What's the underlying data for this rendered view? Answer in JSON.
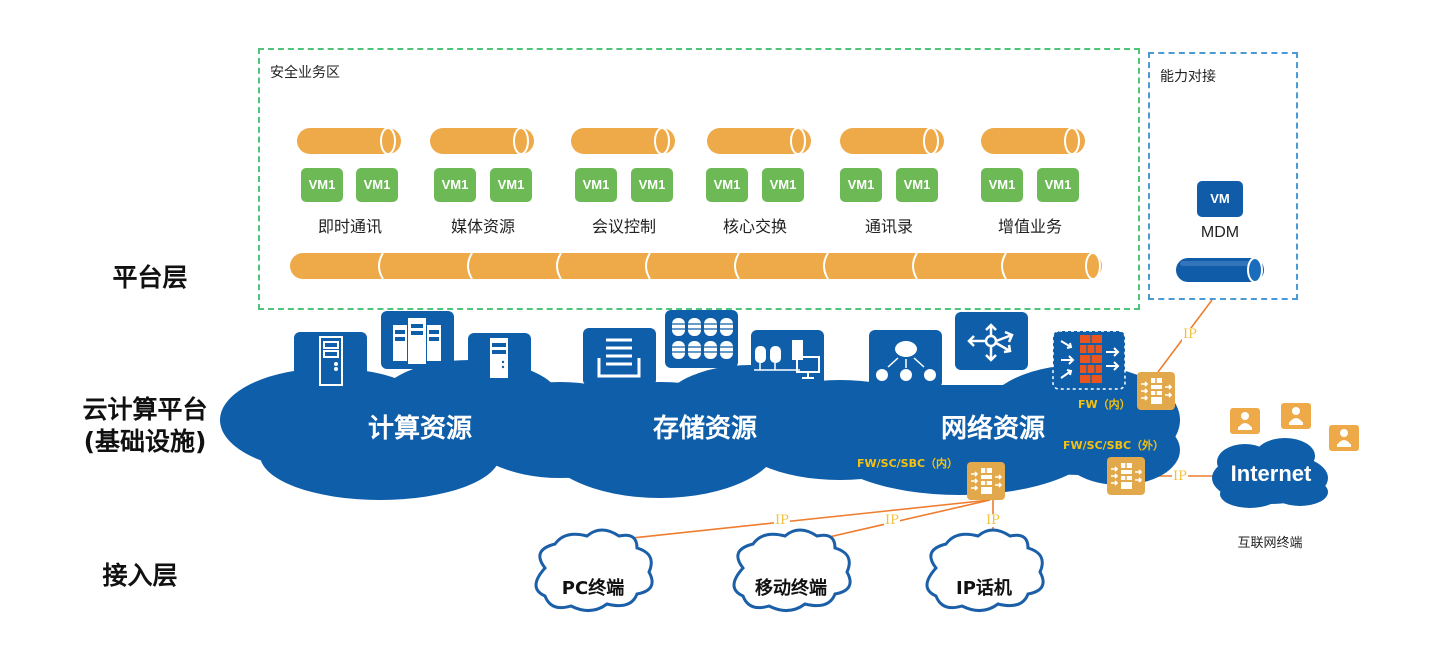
{
  "layers": {
    "platform": "平台层",
    "cloud_line1": "云计算平台",
    "cloud_line2": "(基础设施)",
    "access": "接入层"
  },
  "secure_zone": {
    "title": "安全业务区",
    "services": [
      {
        "name": "即时通讯",
        "vms": [
          "VM1",
          "VM1"
        ]
      },
      {
        "name": "媒体资源",
        "vms": [
          "VM1",
          "VM1"
        ]
      },
      {
        "name": "会议控制",
        "vms": [
          "VM1",
          "VM1"
        ]
      },
      {
        "name": "核心交换",
        "vms": [
          "VM1",
          "VM1"
        ]
      },
      {
        "name": "通讯录",
        "vms": [
          "VM1",
          "VM1"
        ]
      },
      {
        "name": "增值业务",
        "vms": [
          "VM1",
          "VM1"
        ]
      }
    ]
  },
  "capability_zone": {
    "title": "能力对接",
    "vm_label": "VM",
    "name": "MDM"
  },
  "cloud": {
    "compute": "计算资源",
    "storage": "存储资源",
    "network": "网络资源",
    "fw_inner": "FW（内）",
    "fw_sc_sbc_inner": "FW/SC/SBC（内）",
    "fw_sc_sbc_outer": "FW/SC/SBC（外）"
  },
  "links": {
    "ip": "IP"
  },
  "internet": {
    "label": "Internet",
    "caption": "互联网终端"
  },
  "terminals": [
    {
      "name": "PC终端"
    },
    {
      "name": "移动终端"
    },
    {
      "name": "IP话机"
    }
  ],
  "colors": {
    "orange": "#eeaa48",
    "green": "#6cb955",
    "blue": "#0f5ea9",
    "fw_red": "#e8561f",
    "ip_line": "#ee7d2f",
    "label_yellow": "#f5c20f"
  }
}
